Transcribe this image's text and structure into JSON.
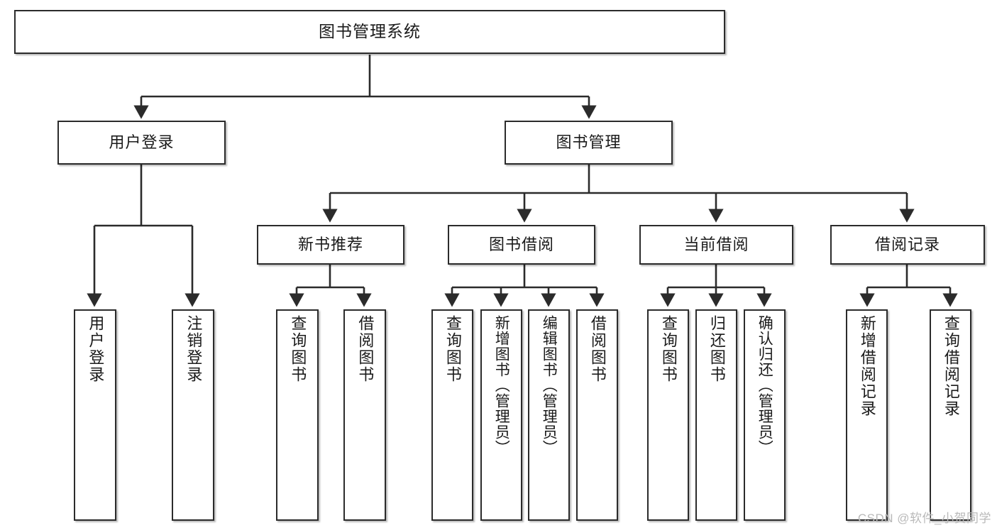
{
  "diagram": {
    "title": "图书管理系统",
    "type": "tree-hierarchy-diagram",
    "background_color": "#ffffff",
    "node_border_color": "#2b2b2b",
    "edge_color": "#2b2b2b",
    "text_color": "#1a1a1a"
  },
  "root": {
    "label": "图书管理系统"
  },
  "level2": [
    {
      "label": "用户登录"
    },
    {
      "label": "图书管理"
    }
  ],
  "level3": [
    {
      "label": "新书推荐"
    },
    {
      "label": "图书借阅"
    },
    {
      "label": "当前借阅"
    },
    {
      "label": "借阅记录"
    }
  ],
  "leaves": {
    "user_login": [
      {
        "label": "用户登录"
      },
      {
        "label": "注销登录"
      }
    ],
    "new_book_recommend": [
      {
        "label": "查询图书"
      },
      {
        "label": "借阅图书"
      }
    ],
    "book_borrow": [
      {
        "label": "查询图书"
      },
      {
        "label": "新增图书（管理员）"
      },
      {
        "label": "编辑图书（管理员）"
      },
      {
        "label": "借阅图书"
      }
    ],
    "current_borrow": [
      {
        "label": "查询图书"
      },
      {
        "label": "归还图书"
      },
      {
        "label": "确认归还（管理员）"
      }
    ],
    "borrow_record": [
      {
        "label": "新增借阅记录"
      },
      {
        "label": "查询借阅记录"
      }
    ]
  },
  "watermark": {
    "text": "CSDN @软件_小贺同学"
  }
}
